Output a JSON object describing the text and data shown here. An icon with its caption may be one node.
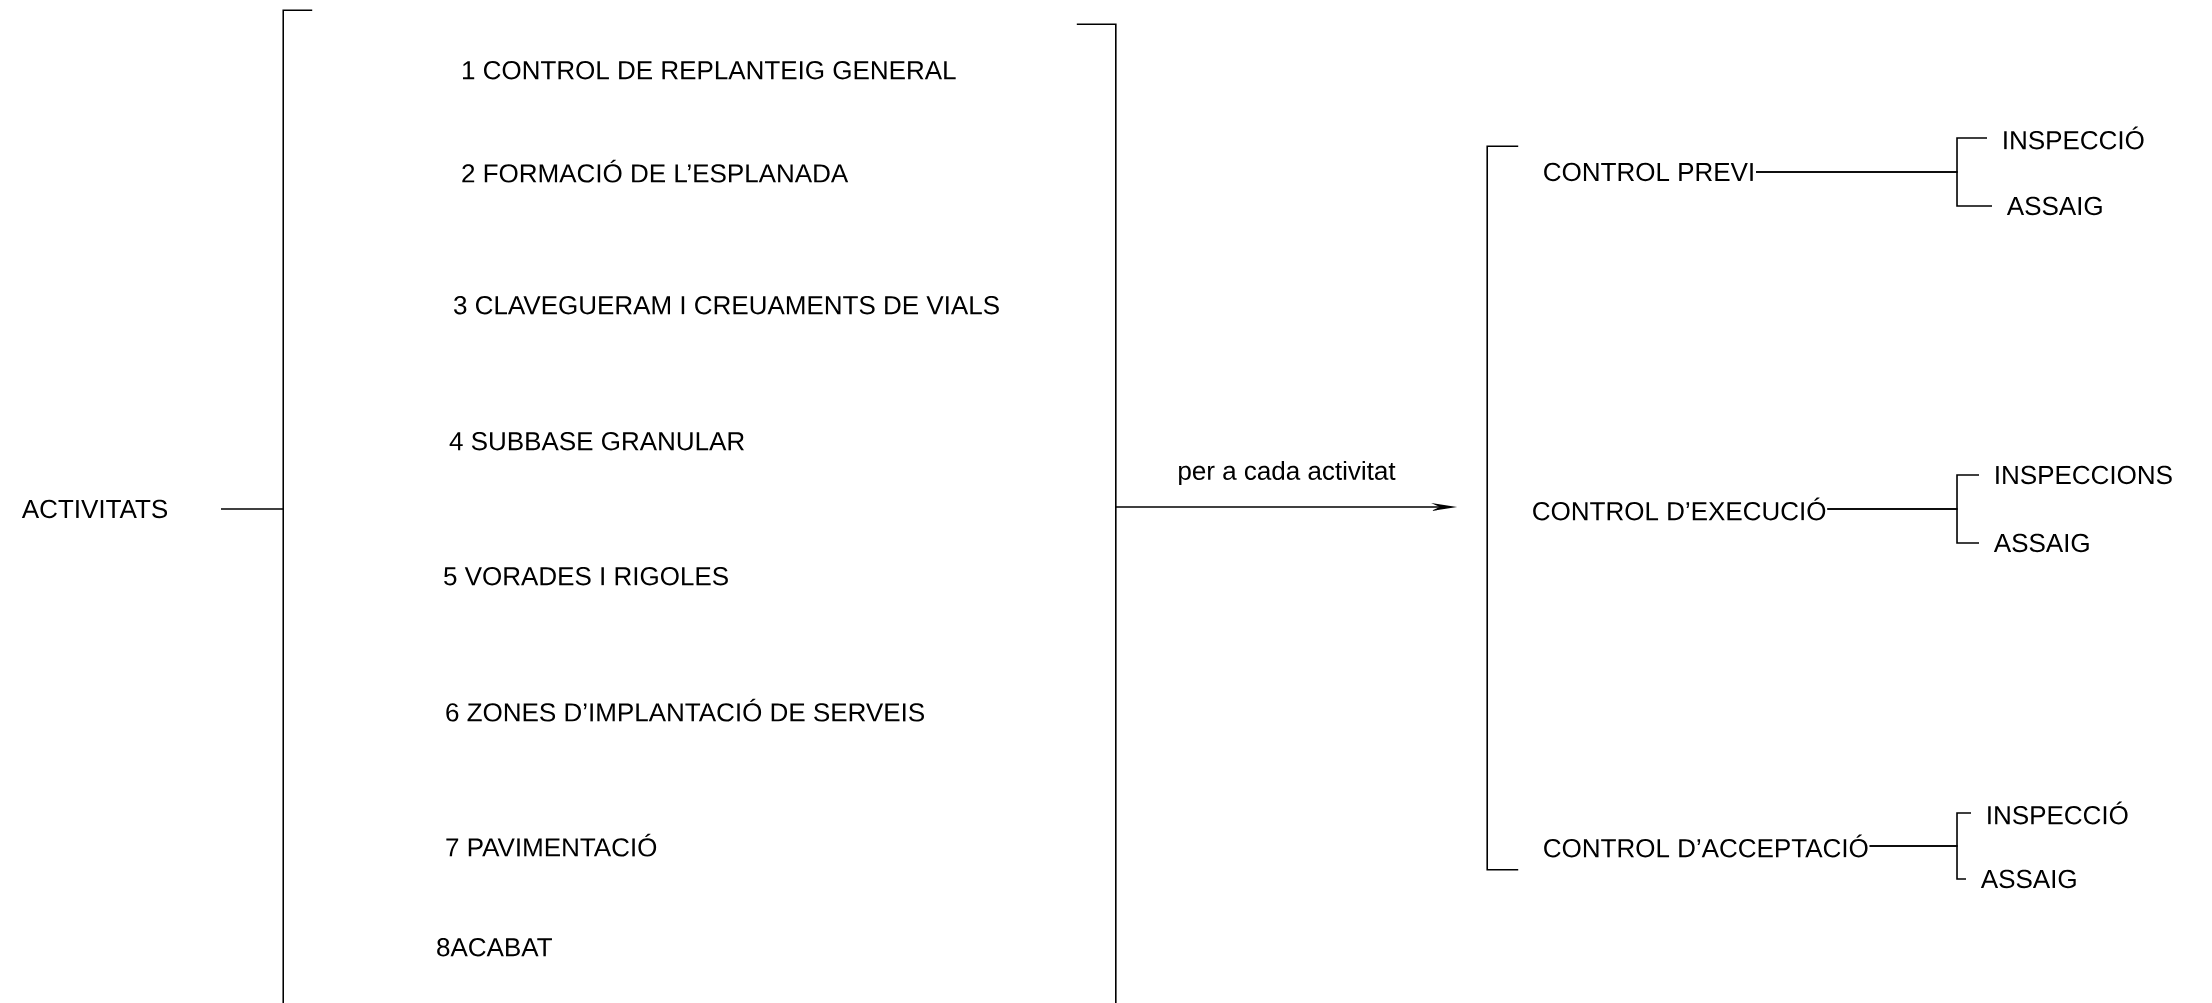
{
  "diagram": {
    "nodes": [
      {
        "text": [
          "ACTIVITATS"
        ]
      },
      {
        "text": [],
        "shape": "bracket"
      },
      {
        "text": [
          "1 CONTROL DE REPLANTEIG GENERAL"
        ],
        "in": 1
      },
      {
        "text": [
          "2 FORMACIÓ DE L’ESPLANADA"
        ],
        "in": 1
      },
      {
        "text": [
          "3 CLAVEGUERAM I CREUAMENTS DE VIALS"
        ],
        "in": 1
      },
      {
        "text": [
          "4 SUBBASE GRANULAR"
        ],
        "in": 1
      },
      {
        "text": [
          "5 VORADES I RIGOLES"
        ],
        "in": 1
      },
      {
        "text": [
          "6 ZONES D’IMPLANTACIÓ DE SERVEIS"
        ],
        "in": 1
      },
      {
        "text": [
          "7 PAVIMENTACIÓ"
        ],
        "in": 1
      },
      {
        "text": [
          "8ACABAT"
        ],
        "in": 1
      },
      {
        "text": [],
        "shape": "bracket"
      },
      {
        "text": [
          "CONTROL PREVI"
        ]
      },
      {
        "text": [
          "CONTROL D’EXECUCIÓ"
        ]
      },
      {
        "text": [
          "CONTROL D’ACCEPTACIÓ"
        ]
      },
      {
        "text": [
          "INSPECCIÓ"
        ]
      },
      {
        "text": [
          "ASSAIG"
        ]
      },
      {
        "text": [
          "INSPECCIONS"
        ]
      },
      {
        "text": [
          "ASSAIG"
        ]
      },
      {
        "text": [
          "INSPECCIÓ"
        ]
      },
      {
        "text": [
          "ASSAIG"
        ]
      }
    ],
    "edges": [
      {
        "from": 0,
        "to": 1,
        "arrow": "none"
      },
      {
        "from": 1,
        "to": 10,
        "arrow": "to",
        "label": "per a cada activitat"
      },
      {
        "from": 11,
        "to": 14,
        "arrow": "none"
      },
      {
        "from": 11,
        "to": 15,
        "arrow": "none"
      },
      {
        "from": 12,
        "to": 16,
        "arrow": "none"
      },
      {
        "from": 12,
        "to": 17,
        "arrow": "none"
      },
      {
        "from": 13,
        "to": 18,
        "arrow": "none"
      },
      {
        "from": 13,
        "to": 19,
        "arrow": "none"
      }
    ]
  }
}
